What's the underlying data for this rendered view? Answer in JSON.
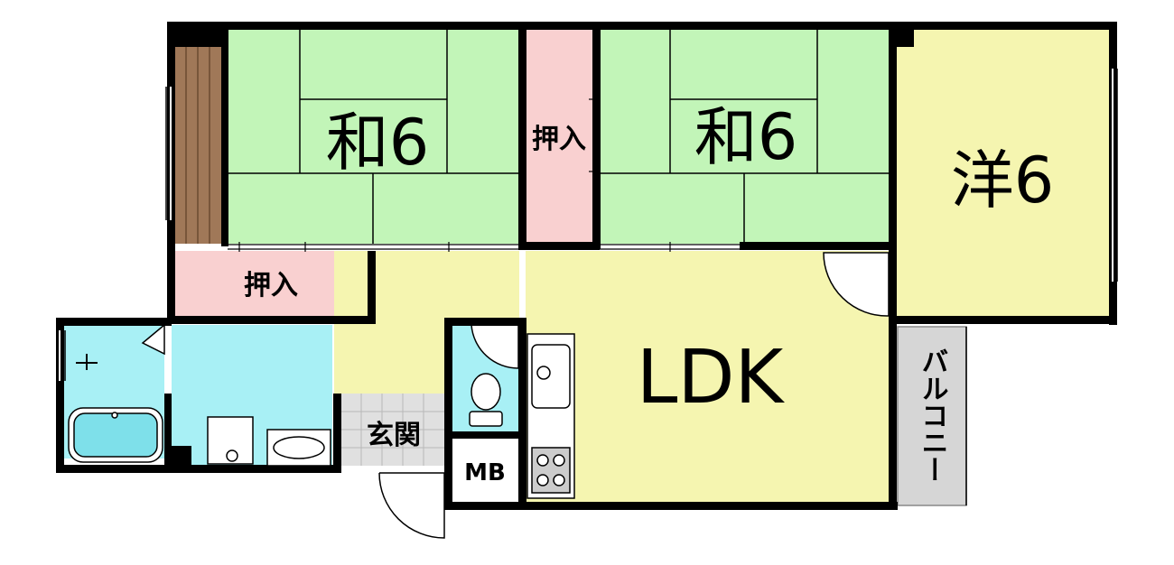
{
  "floorplan": {
    "rooms": {
      "washitsu_left": {
        "label": "和6",
        "color": "#c2f5b8"
      },
      "oshiire_center": {
        "label": "押入",
        "color": "#f9d0d0"
      },
      "washitsu_right": {
        "label": "和6",
        "color": "#c2f5b8"
      },
      "youshitsu": {
        "label": "洋6",
        "color": "#f5f5b0"
      },
      "oshiire_lower": {
        "label": "押入",
        "color": "#f9d0d0"
      },
      "ldk": {
        "label": "LDK",
        "color": "#f5f5b0"
      },
      "balcony": {
        "label": "バルコニー",
        "color": "#d6d6d6"
      },
      "genkan": {
        "label": "玄関",
        "color": "#e0e0e0"
      },
      "mb": {
        "label": "MB",
        "color": "#ffffff"
      },
      "bath_color": "#a8f0f5",
      "hall_color": "#f5f5b0",
      "veranda_wood_color": "#a07858"
    },
    "wall_color": "#000000"
  }
}
